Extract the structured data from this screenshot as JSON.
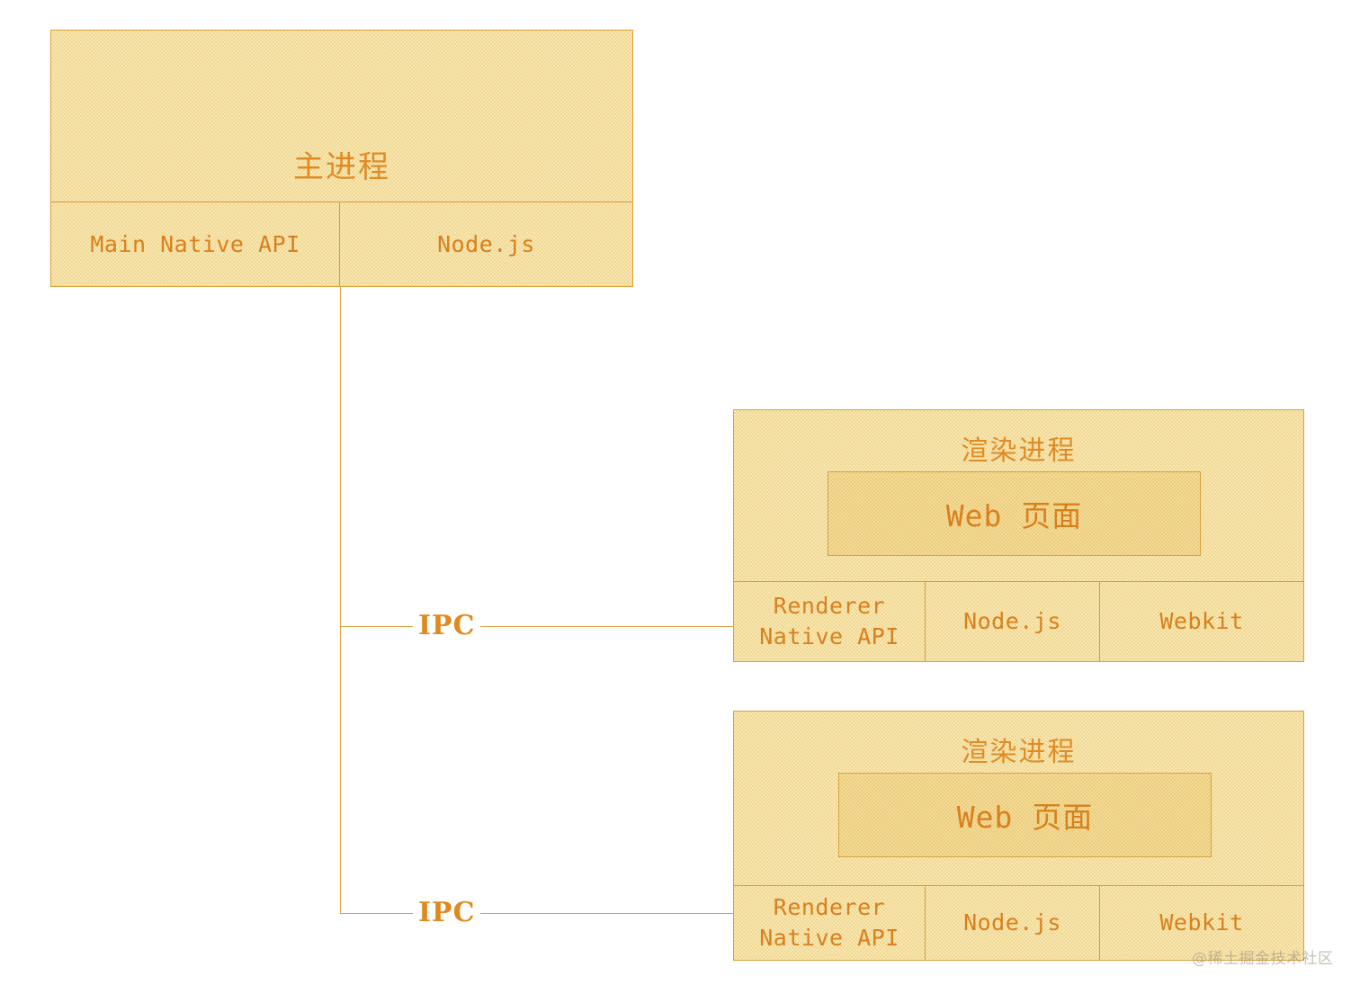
{
  "diagram": {
    "type": "block-diagram",
    "background_color": "#ffffff",
    "accent_color": "#df8c26",
    "box_fill_color": "#f7e7b4",
    "box_border_color": "#dba13b",
    "inner_fill_color": "#f3dc9a"
  },
  "main_process": {
    "title": "主进程",
    "modules": [
      {
        "label": "Main Native API"
      },
      {
        "label": "Node.js"
      }
    ]
  },
  "renderer_processes": [
    {
      "title": "渲染进程",
      "web_page_label": "Web 页面",
      "modules": [
        {
          "label": "Renderer\nNative API"
        },
        {
          "label": "Node.js"
        },
        {
          "label": "Webkit"
        }
      ]
    },
    {
      "title": "渲染进程",
      "web_page_label": "Web 页面",
      "modules": [
        {
          "label": "Renderer\nNative API"
        },
        {
          "label": "Node.js"
        },
        {
          "label": "Webkit"
        }
      ]
    }
  ],
  "connections": [
    {
      "label": "IPC",
      "from": "main_process",
      "to": "renderer_process_1"
    },
    {
      "label": "IPC",
      "from": "main_process",
      "to": "renderer_process_2"
    }
  ],
  "watermark": {
    "text": "@稀土掘金技术社区"
  }
}
